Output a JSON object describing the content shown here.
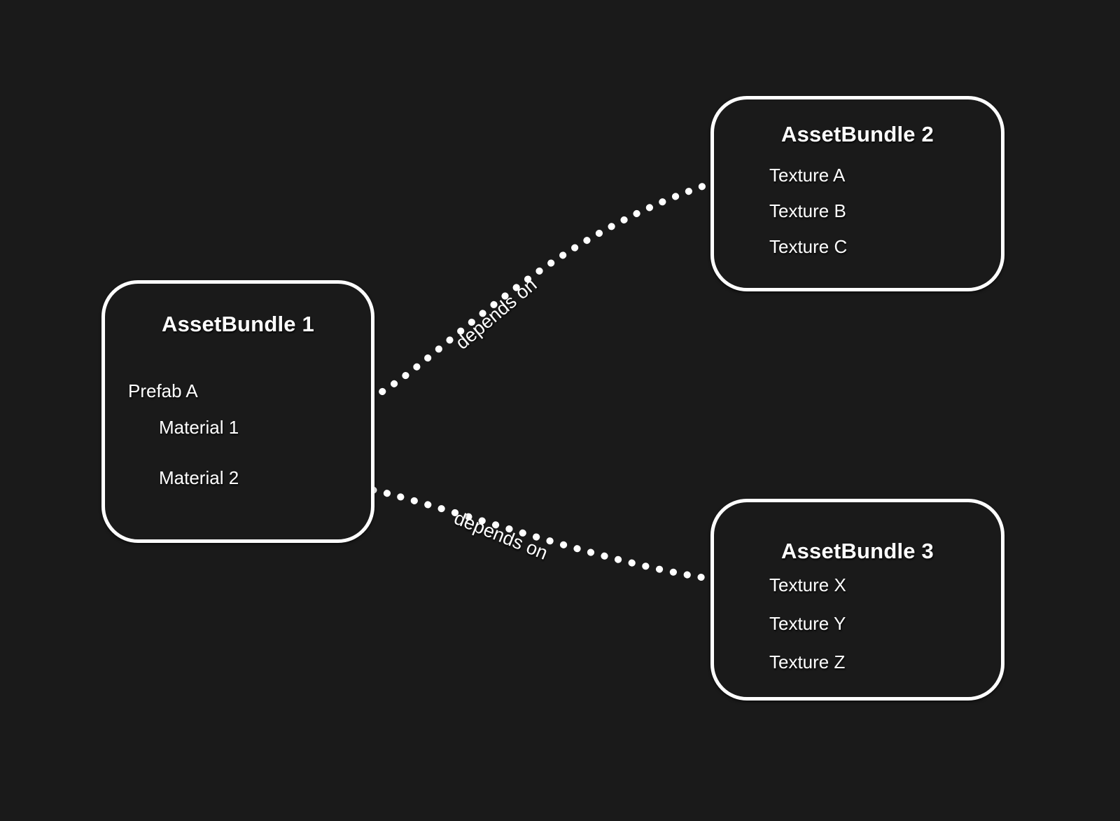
{
  "diagram": {
    "title": "AssetBundle dependency diagram",
    "background_color": "#1a1a1a",
    "stroke_color": "#ffffff",
    "text_color": "#ffffff"
  },
  "nodes": [
    {
      "id": "bundle1",
      "title": "AssetBundle 1",
      "items": [
        "Prefab A",
        "Material 1",
        "Material 2"
      ]
    },
    {
      "id": "bundle2",
      "title": "AssetBundle 2",
      "items": [
        "Texture A",
        "Texture B",
        "Texture C"
      ]
    },
    {
      "id": "bundle3",
      "title": "AssetBundle 3",
      "items": [
        "Texture X",
        "Texture Y",
        "Texture Z"
      ]
    }
  ],
  "edges": [
    {
      "id": "edge-1",
      "label": "depends on",
      "from": "Material 1",
      "to": "Texture A",
      "style": "dotted"
    },
    {
      "id": "edge-2",
      "label": "depends on",
      "from": "Material 2",
      "to": "Texture X",
      "style": "dotted"
    }
  ]
}
